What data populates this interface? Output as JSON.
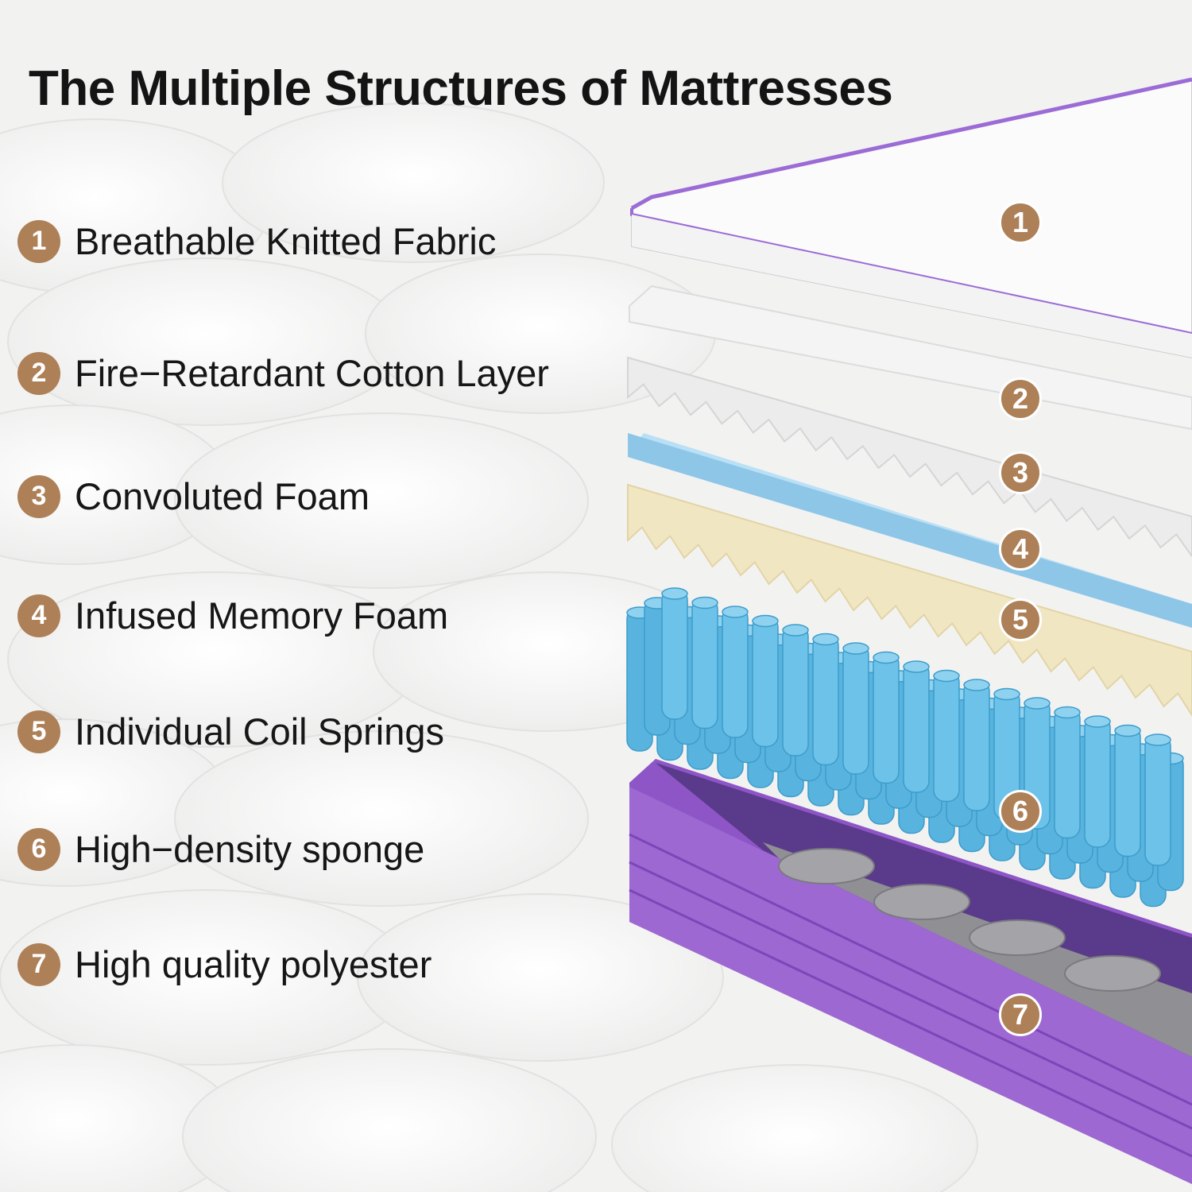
{
  "title": "The Multiple Structures of Mattresses",
  "accent_color": "#ad8057",
  "layers": [
    {
      "number": "1",
      "label": "Breathable Knitted Fabric"
    },
    {
      "number": "2",
      "label": "Fire−Retardant Cotton Layer"
    },
    {
      "number": "3",
      "label": "Convoluted Foam"
    },
    {
      "number": "4",
      "label": "Infused Memory Foam"
    },
    {
      "number": "5",
      "label": "Individual Coil Springs"
    },
    {
      "number": "6",
      "label": "High−density sponge"
    },
    {
      "number": "7",
      "label": "High quality polyester"
    }
  ],
  "layer_colors": {
    "top_fabric": "#fafafa",
    "cotton": "#f1f1f1",
    "convoluted_foam": "#e9e9e9",
    "memory_foam": "#8fc7e8",
    "yellow_foam": "#f1e6c4",
    "coils": "#5ab6e0",
    "polyester": "#9a63cf"
  }
}
